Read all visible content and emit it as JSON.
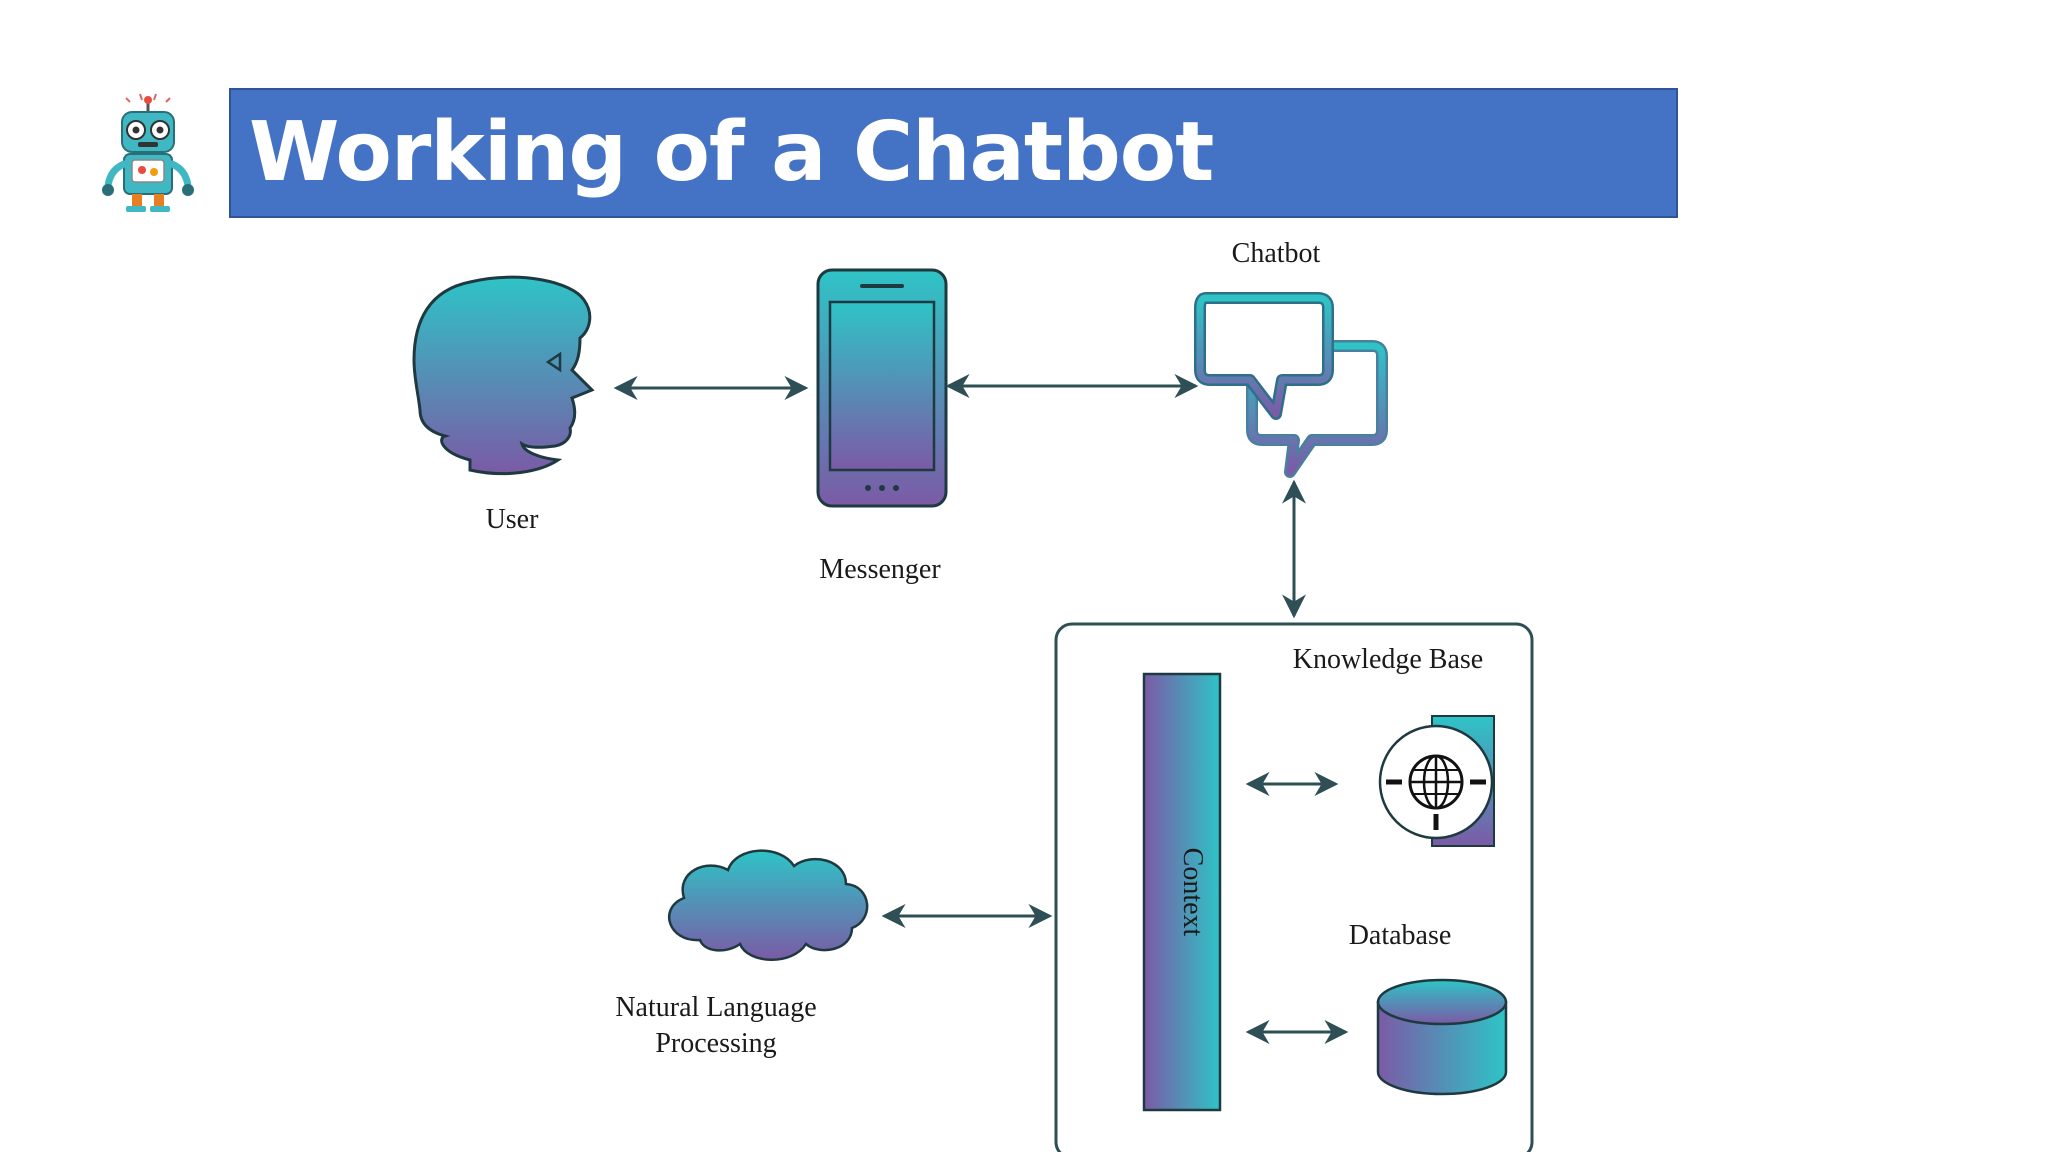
{
  "slide": {
    "title": "Working of a Chatbot"
  },
  "diagram": {
    "nodes": {
      "user": "User",
      "messenger": "Messenger",
      "chatbot": "Chatbot",
      "knowledge_base": "Knowledge Base",
      "context": "Context",
      "database": "Database",
      "nlp_line1": "Natural Language",
      "nlp_line2": "Processing"
    }
  },
  "colors": {
    "title_bar": "#4472C4",
    "gradient_top": "#2ec4c6",
    "gradient_bottom": "#7b5aa6",
    "outline": "#2e4f55"
  }
}
